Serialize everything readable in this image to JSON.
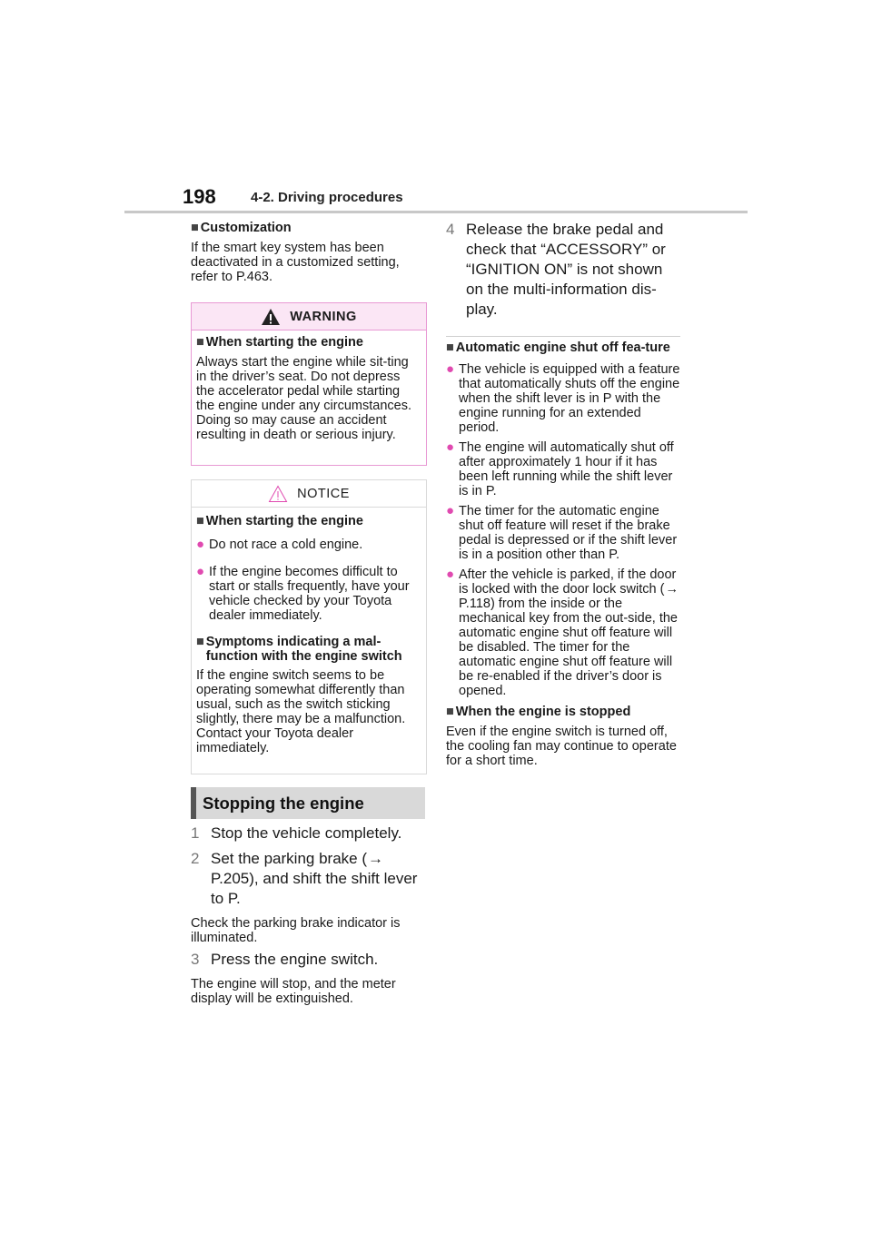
{
  "header": {
    "page_number": "198",
    "section": "4-2. Driving procedures"
  },
  "customization": {
    "heading": "Customization",
    "text": "If the smart key system has been deactivated in a customized setting, refer to P.463."
  },
  "warning": {
    "label": "WARNING",
    "heading": "When starting the engine",
    "text": "Always start the engine while sit-ting in the driver’s seat. Do not depress the accelerator pedal while starting the engine under any circumstances.",
    "text2": "Doing so may cause an accident resulting in death or serious injury."
  },
  "notice": {
    "label": "NOTICE",
    "heading": "When starting the engine",
    "bullets": [
      "Do not race a cold engine.",
      "If the engine becomes difficult to start or stalls frequently, have your vehicle checked by your Toyota dealer immediately."
    ],
    "heading2": "Symptoms indicating a mal-function with the engine switch",
    "text2": "If the engine switch seems to be operating somewhat differently than usual, such as the switch sticking slightly, there may be a malfunction. Contact your Toyota dealer immediately."
  },
  "stopping": {
    "title": "Stopping the engine",
    "steps": [
      {
        "num": "1",
        "text": "Stop the vehicle completely."
      },
      {
        "num": "2",
        "text_before": "Set the parking brake (",
        "ref": "P.205",
        "text_after": "), and shift the shift lever to P."
      },
      {
        "num": "3",
        "text": "Press the engine switch."
      },
      {
        "num": "4",
        "text": "Release the brake pedal and check that “ACCESSORY” or “IGNITION ON” is not shown on the multi-information dis-play."
      }
    ],
    "note2": "Check the parking brake indicator is illuminated.",
    "note3": "The engine will stop, and the meter display will be extinguished."
  },
  "auto_shutoff": {
    "heading": "Automatic engine shut off fea-ture",
    "bullets": [
      "The vehicle is equipped with a feature that automatically shuts off the engine when the shift lever is in P with the engine running for an extended period.",
      "The engine will automatically shut off after approximately 1 hour if it has been left running while the shift lever is in P.",
      "The timer for the automatic engine shut off feature will reset if the brake pedal is depressed or if the shift lever is in a position other than P."
    ],
    "bullet4_before": "After the vehicle is parked, if the door is locked with the door lock switch (",
    "bullet4_ref": "P.118",
    "bullet4_after": ") from the inside or the mechanical key from the out-side, the automatic engine shut off feature will be disabled. The timer for the automatic engine shut off feature will be re-enabled if the driver’s door is opened."
  },
  "engine_stopped": {
    "heading": "When the engine is stopped",
    "text": "Even if the engine switch is turned off, the cooling fan may continue to operate for a short time."
  },
  "colors": {
    "warning_border": "#e899d4",
    "warning_fill": "#fbe6f5",
    "bullet": "#e04ab0",
    "band": "#d9d9d9"
  },
  "icons": [
    "warning-triangle-icon",
    "notice-triangle-icon",
    "right-arrow-icon"
  ]
}
